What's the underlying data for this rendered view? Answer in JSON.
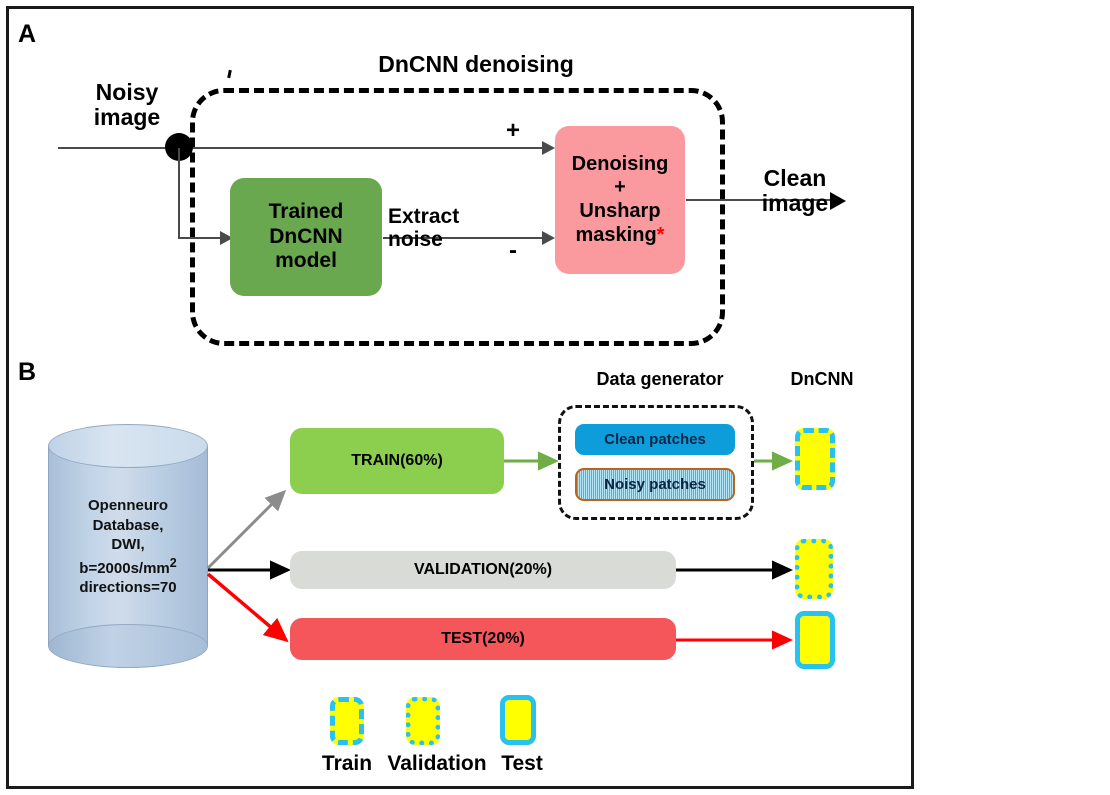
{
  "figure": {
    "panels": [
      {
        "letter": "A"
      },
      {
        "letter": "B"
      }
    ]
  },
  "panel_a": {
    "letter": "A",
    "title": "DnCNN denoising",
    "input_label": "Noisy\nimage",
    "input_label_line1": "Noisy",
    "input_label_line2": "image",
    "output_label_line1": "Clean",
    "output_label_line2": "image",
    "model_box": {
      "line1": "Trained",
      "line2": "DnCNN",
      "line3": "model",
      "color": "#6aa84f"
    },
    "output_box": {
      "line1": "Denoising",
      "line2": "+",
      "line3": "Unsharp",
      "line4": "masking",
      "asterisk": "*",
      "color": "#fb9a9e",
      "asterisk_color": "#ff0000"
    },
    "edge_labels": {
      "extract_line1": "Extract",
      "extract_line2": "noise",
      "plus": "+",
      "minus": "-"
    }
  },
  "panel_b": {
    "letter": "B",
    "headers": {
      "data_generator": "Data generator",
      "dncnn": "DnCNN"
    },
    "database": {
      "line1": "Openneuro",
      "line2": "Database,",
      "line3": "DWI,",
      "line4_pre": "b=2000s/mm",
      "line4_sup": "2",
      "line5": "directions=70",
      "color": "#b8cde2"
    },
    "splits": [
      {
        "label": "TRAIN(60%)",
        "color": "#8ccf4e",
        "arrow_color": "#8c8c8c",
        "flow_color": "#70ad47",
        "border_style": "dashed"
      },
      {
        "label": "VALIDATION(20%)",
        "color": "#d9dcd6",
        "arrow_color": "#000000",
        "flow_color": "#000000",
        "border_style": "dotted"
      },
      {
        "label": "TEST(20%)",
        "color": "#f4565a",
        "arrow_color": "#ff0000",
        "flow_color": "#ff0000",
        "border_style": "solid"
      }
    ],
    "generator": {
      "clean_patches": "Clean patches",
      "clean_color": "#0d9ddb",
      "noisy_patches": "Noisy patches",
      "noisy_border_color": "#b5651d"
    },
    "cnn_border_color": "#29c1f0",
    "cnn_fill_color": "#ffff00",
    "legend": [
      {
        "label": "Train",
        "border_style": "dashed"
      },
      {
        "label": "Validation",
        "border_style": "dotted"
      },
      {
        "label": "Test",
        "border_style": "solid"
      }
    ]
  }
}
